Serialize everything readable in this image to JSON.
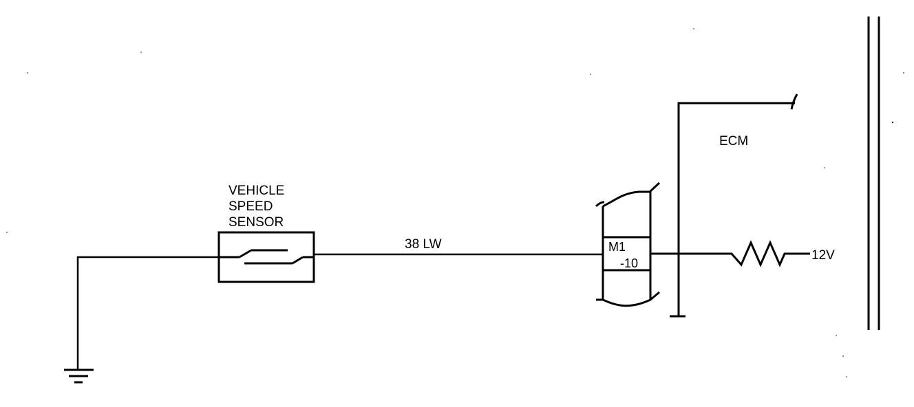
{
  "sensor": {
    "label_lines": [
      "VEHICLE",
      "SPEED",
      "SENSOR"
    ]
  },
  "wire": {
    "label": "38 LW"
  },
  "connector": {
    "pin_line1": "M1",
    "pin_line2": "-10"
  },
  "ecm": {
    "label": "ECM"
  },
  "supply": {
    "voltage_label": "12V"
  },
  "colors": {
    "ink": "#000000",
    "background": "#ffffff"
  }
}
